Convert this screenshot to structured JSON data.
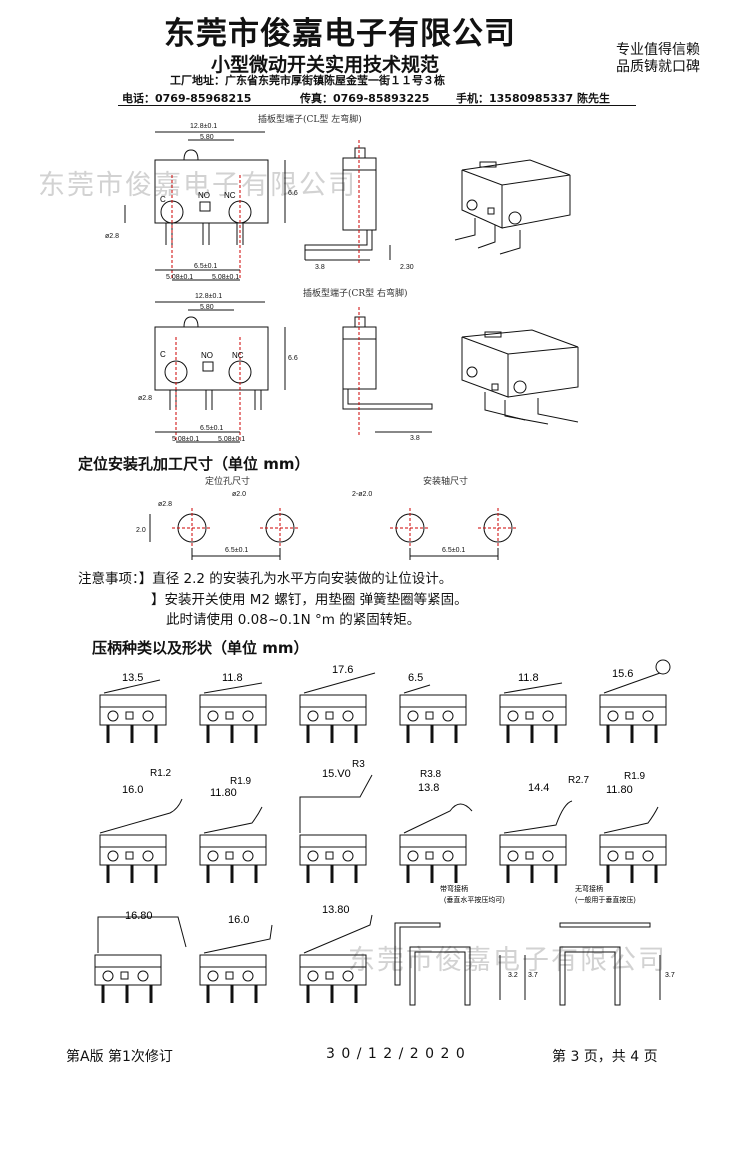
{
  "header": {
    "company": "东莞市俊嘉电子有限公司",
    "doc_title": "小型微动开关实用技术规范",
    "slogan_1": "专业值得信赖",
    "slogan_2": "品质铸就口碑",
    "address": "工厂地址：广东省东莞市厚街镇陈屋金莹一街１１号３栋",
    "phone": "电话：0769-85968215",
    "fax": "传真：0769-85893225",
    "mobile": "手机：13580985337 陈先生"
  },
  "drawings": {
    "cl_caption": "插板型端子(CL型  左弯脚)",
    "cr_caption": "插板型端子(CR型  右弯脚)",
    "width_dim": "12.8±0.1",
    "inner_dim": "5.80",
    "pin_c": "C",
    "pin_no": "NO",
    "pin_nc": "NC",
    "pitch_1": "5.08±0.1",
    "pitch_2": "6.5±0.1",
    "hole_dim": "ø2.8",
    "height_dim": "6.6",
    "side_dim_1": "3.8",
    "side_dim_2": "2.30"
  },
  "mount": {
    "heading": "定位安装孔加工尺寸（单位 mm）",
    "hole_caption": "定位孔尺寸",
    "axis_caption": "安装轴尺寸",
    "hole_a": "ø2.8",
    "hole_b": "ø2.0",
    "hole_c": "2-ø2.0",
    "height": "2.0",
    "spacing": "6.5±0.1"
  },
  "notes": {
    "label": "注意事项：",
    "line1": "】直径 2.2 的安装孔为水平方向安装做的让位设计。",
    "line2": "】安装开关使用 M2 螺钉，用垫圈 弹簧垫圈等紧固。",
    "line3": "此时请使用 0.08~0.1N °m 的紧固转矩。"
  },
  "levers": {
    "heading": "压柄种类以及形状（单位 mm）",
    "row1": [
      "13.5",
      "11.8",
      "17.6",
      "6.5",
      "11.8",
      "15.6"
    ],
    "row2": [
      "16.0",
      "11.80",
      "15.V0",
      "13.8",
      "14.4",
      "11.80"
    ],
    "row2_radius": [
      "R1.2",
      "R1.9",
      "R3",
      "R3.8",
      "R2.7",
      "R1.9"
    ],
    "row3": [
      "16.80",
      "16.0",
      "13.80"
    ],
    "detail1_caption": "带弯接柄",
    "detail1_sub": "(垂直水平按压均可)",
    "detail2_caption": "无弯接柄",
    "detail2_sub": "(一般用于垂直按压)",
    "detail_dim": "3.2",
    "detail_dim2": "3.7"
  },
  "footer": {
    "version": "第A版  第1次修订",
    "date": "3 0 / 1 2 / 2 0 2 0",
    "page": "第 3 页，共 4 页"
  },
  "watermark": "东莞市俊嘉电子有限公司"
}
